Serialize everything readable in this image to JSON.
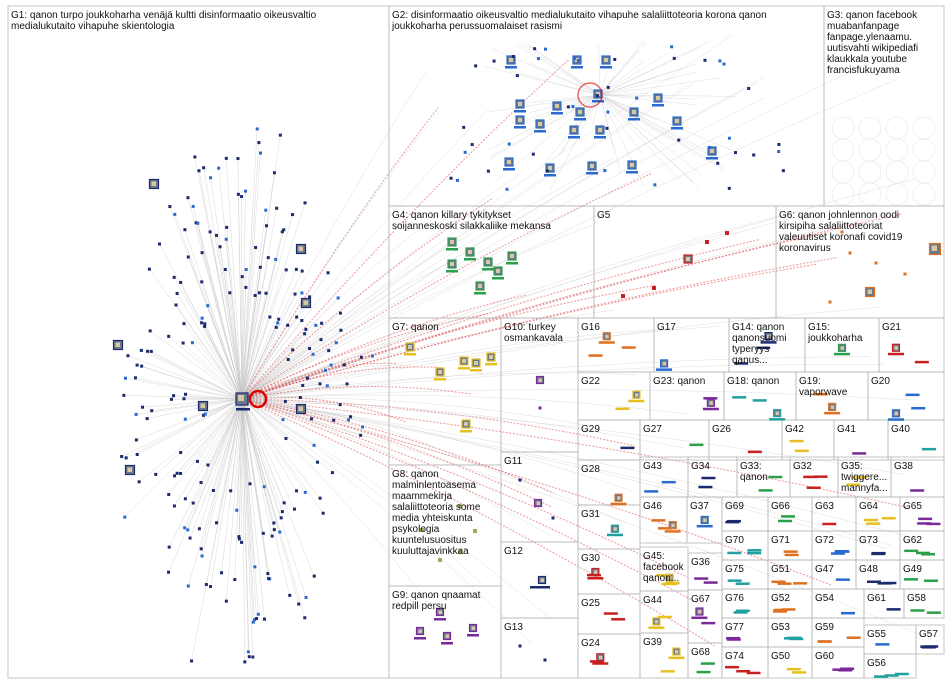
{
  "groups": [
    {
      "id": "G1",
      "lines": [
        "G1: qanon turpo joukkoharha venäjä kultti disinformaatio oikeusvaltio",
        "medialukutaito vihapuhe skientologia"
      ]
    },
    {
      "id": "G2",
      "lines": [
        "G2: disinformaatio oikeusvaltio medialukutaito vihapuhe salaliittoteoria korona qanon",
        "joukkoharha perussuomalaiset rasismi"
      ]
    },
    {
      "id": "G3",
      "lines": [
        "G3: qanon facebook",
        "muabanfanpage",
        "fanpage.ylenaamu.",
        "uutisvahti wikipediafi",
        "klaukkala youtube",
        "francisfukuyama"
      ]
    },
    {
      "id": "G4",
      "lines": [
        "G4: qanon killary tykitykset",
        "soijanneskoski silakkaliike mekansa"
      ]
    },
    {
      "id": "G5",
      "lines": [
        "G5"
      ]
    },
    {
      "id": "G6",
      "lines": [
        "G6: qanon johnlennon oodi",
        "kirsipiha salaliittoteoriat",
        "valeuutiset koronafi covid19",
        "koronavirus"
      ]
    },
    {
      "id": "G7",
      "lines": [
        "G7: qanon"
      ]
    },
    {
      "id": "G8",
      "lines": [
        "G8: qanon",
        "malminlentoasema",
        "maammekirja",
        "salaliittoteoria some",
        "media yhteiskunta",
        "psykologia",
        "kuuntelusuositus",
        "kuuluttajavinkkaa"
      ]
    },
    {
      "id": "G9",
      "lines": [
        "G9: qanon qnaamat",
        "redpill persu"
      ]
    },
    {
      "id": "G10",
      "lines": [
        "G10: turkey",
        "osmankavala"
      ]
    },
    {
      "id": "G11",
      "lines": [
        "G11"
      ]
    },
    {
      "id": "G12",
      "lines": [
        "G12"
      ]
    },
    {
      "id": "G13",
      "lines": [
        "G13"
      ]
    },
    {
      "id": "G14",
      "lines": [
        "G14: qanon",
        "qanonsuomi",
        "typeryys",
        "qanus..."
      ]
    },
    {
      "id": "G15",
      "lines": [
        "G15:",
        "joukkoharha"
      ]
    },
    {
      "id": "G16",
      "lines": [
        "G16"
      ]
    },
    {
      "id": "G17",
      "lines": [
        "G17"
      ]
    },
    {
      "id": "G18",
      "lines": [
        "G18: qanon"
      ]
    },
    {
      "id": "G19",
      "lines": [
        "G19:",
        "vaporwave"
      ]
    },
    {
      "id": "G20",
      "lines": [
        "G20"
      ]
    },
    {
      "id": "G21",
      "lines": [
        "G21"
      ]
    },
    {
      "id": "G22",
      "lines": [
        "G22"
      ]
    },
    {
      "id": "G23",
      "lines": [
        "G23: qanon"
      ]
    },
    {
      "id": "G24",
      "lines": [
        "G24"
      ]
    },
    {
      "id": "G25",
      "lines": [
        "G25"
      ]
    },
    {
      "id": "G26",
      "lines": [
        "G26"
      ]
    },
    {
      "id": "G27",
      "lines": [
        "G27"
      ]
    },
    {
      "id": "G28",
      "lines": [
        "G28"
      ]
    },
    {
      "id": "G29",
      "lines": [
        "G29"
      ]
    },
    {
      "id": "G30",
      "lines": [
        "G30"
      ]
    },
    {
      "id": "G31",
      "lines": [
        "G31"
      ]
    },
    {
      "id": "G32",
      "lines": [
        "G32"
      ]
    },
    {
      "id": "G33",
      "lines": [
        "G33:",
        "qanon"
      ]
    },
    {
      "id": "G34",
      "lines": [
        "G34"
      ]
    },
    {
      "id": "G35",
      "lines": [
        "G35:",
        "twiggere...",
        "mannyfa..."
      ]
    },
    {
      "id": "G36",
      "lines": [
        "G36"
      ]
    },
    {
      "id": "G37",
      "lines": [
        "G37"
      ]
    },
    {
      "id": "G38",
      "lines": [
        "G38"
      ]
    },
    {
      "id": "G39",
      "lines": [
        "G39"
      ]
    },
    {
      "id": "G40",
      "lines": [
        "G40"
      ]
    },
    {
      "id": "G41",
      "lines": [
        "G41"
      ]
    },
    {
      "id": "G42",
      "lines": [
        "G42"
      ]
    },
    {
      "id": "G43",
      "lines": [
        "G43"
      ]
    },
    {
      "id": "G44",
      "lines": [
        "G44"
      ]
    },
    {
      "id": "G45",
      "lines": [
        "G45:",
        "facebook",
        "qanon..."
      ]
    },
    {
      "id": "G46",
      "lines": [
        "G46"
      ]
    },
    {
      "id": "G47",
      "lines": [
        "G47"
      ]
    },
    {
      "id": "G48",
      "lines": [
        "G48"
      ]
    },
    {
      "id": "G49",
      "lines": [
        "G49"
      ]
    },
    {
      "id": "G50",
      "lines": [
        "G50"
      ]
    },
    {
      "id": "G51",
      "lines": [
        "G51"
      ]
    },
    {
      "id": "G52",
      "lines": [
        "G52"
      ]
    },
    {
      "id": "G53",
      "lines": [
        "G53"
      ]
    },
    {
      "id": "G54",
      "lines": [
        "G54"
      ]
    },
    {
      "id": "G55",
      "lines": [
        "G55"
      ]
    },
    {
      "id": "G56",
      "lines": [
        "G56"
      ]
    },
    {
      "id": "G57",
      "lines": [
        "G57"
      ]
    },
    {
      "id": "G58",
      "lines": [
        "G58"
      ]
    },
    {
      "id": "G59",
      "lines": [
        "G59"
      ]
    },
    {
      "id": "G60",
      "lines": [
        "G60"
      ]
    },
    {
      "id": "G61",
      "lines": [
        "G61"
      ]
    },
    {
      "id": "G62",
      "lines": [
        "G62"
      ]
    },
    {
      "id": "G63",
      "lines": [
        "G63"
      ]
    },
    {
      "id": "G64",
      "lines": [
        "G64"
      ]
    },
    {
      "id": "G65",
      "lines": [
        "G65"
      ]
    },
    {
      "id": "G66",
      "lines": [
        "G66"
      ]
    },
    {
      "id": "G67",
      "lines": [
        "G67"
      ]
    },
    {
      "id": "G68",
      "lines": [
        "G68"
      ]
    },
    {
      "id": "G69",
      "lines": [
        "G69"
      ]
    },
    {
      "id": "G70",
      "lines": [
        "G70"
      ]
    },
    {
      "id": "G71",
      "lines": [
        "G71"
      ]
    },
    {
      "id": "G72",
      "lines": [
        "G72"
      ]
    },
    {
      "id": "G73",
      "lines": [
        "G73"
      ]
    },
    {
      "id": "G74",
      "lines": [
        "G74"
      ]
    },
    {
      "id": "G75",
      "lines": [
        "G75"
      ]
    },
    {
      "id": "G76",
      "lines": [
        "G76"
      ]
    },
    {
      "id": "G77",
      "lines": [
        "G77"
      ]
    }
  ],
  "colors": {
    "box_border": "#b8b8b8",
    "edge_gray": "#c8c8c8",
    "edge_red": "#e05050",
    "hub_ring": "#e00000",
    "node_navy": "#1a2a6c",
    "node_blue": "#2a6ad0",
    "node_green": "#2aa04a",
    "node_red": "#c82020",
    "node_yellow": "#e6c020",
    "node_purple": "#7a2a9a",
    "node_teal": "#20a0a0",
    "node_orange": "#e07020"
  }
}
